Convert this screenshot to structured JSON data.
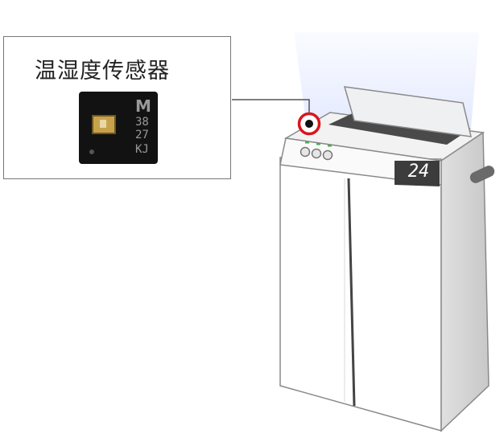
{
  "callout": {
    "title": "温湿度传感器",
    "chip_logo": "M",
    "chip_lines": [
      "38",
      "27",
      "KJ"
    ]
  },
  "device": {
    "display_value": "24",
    "indicator_color": "#4caf50",
    "highlight_color": "#d9161c"
  }
}
